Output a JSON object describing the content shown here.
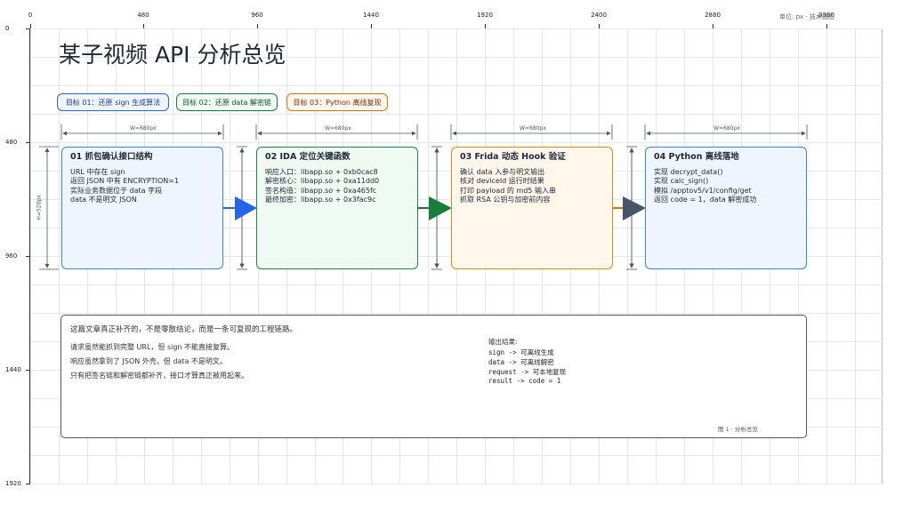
{
  "ruler": {
    "x_ticks": [
      "0",
      "480",
      "960",
      "1440",
      "1920",
      "2400",
      "2880",
      "3360"
    ],
    "y_ticks": [
      "0",
      "480",
      "960",
      "1440",
      "1920"
    ],
    "unit_label": "单位: px · 技术插图"
  },
  "page_title": "某子视频 API 分析总览",
  "goals": [
    "目标 01：还原 sign 生成算法",
    "目标 02：还原 data 解密链",
    "目标 03：Python 离线复现"
  ],
  "dimensions": {
    "width_label": "W=680px",
    "height_label": "H=520px"
  },
  "cards": [
    {
      "title": "01 抓包确认接口结构",
      "lines": [
        "URL 中存在 sign",
        "返回 JSON 中有 ENCRYPTION=1",
        "实际业务数据位于 data 字段",
        "data 不是明文 JSON"
      ]
    },
    {
      "title": "02 IDA 定位关键函数",
      "lines": [
        "响应入口：libapp.so + 0xb0cac8",
        "解密核心：libapp.so + 0xa11dd0",
        "签名构造：libapp.so + 0xa465fc",
        "最终加密：libapp.so + 0x3fac9c"
      ]
    },
    {
      "title": "03 Frida 动态 Hook 验证",
      "lines": [
        "确认 data 入参与明文输出",
        "核对 deviceId 运行时结果",
        "打印 payload 的 md5 输入串",
        "抓取 RSA 公钥与加密前内容"
      ]
    },
    {
      "title": "04 Python 离线落地",
      "lines": [
        "实现 decrypt_data()",
        "实现 calc_sign()",
        "模拟 /apptov5/v1/config/get",
        "返回 code = 1，data 解密成功"
      ]
    }
  ],
  "summary": {
    "heading": "这篇文章真正补齐的，不是零散结论，而是一条可复现的工程链路。",
    "lines": [
      "请求虽然能抓到完整 URL，但 sign 不能直接复算。",
      "响应虽然拿到了 JSON 外壳，但 data 不是明文。",
      "只有把签名链和解密链都补齐，接口才算真正被用起来。"
    ],
    "output_title": "输出结果:",
    "output_lines": [
      "sign -> 可离线生成",
      "data -> 可离线解密",
      "request -> 可本地复现",
      "result -> code = 1"
    ],
    "caption": "图 1 · 分析总览"
  },
  "colors": {
    "blue": "#2563eb",
    "green": "#15803d",
    "orange": "#d97706",
    "slate": "#475569"
  }
}
